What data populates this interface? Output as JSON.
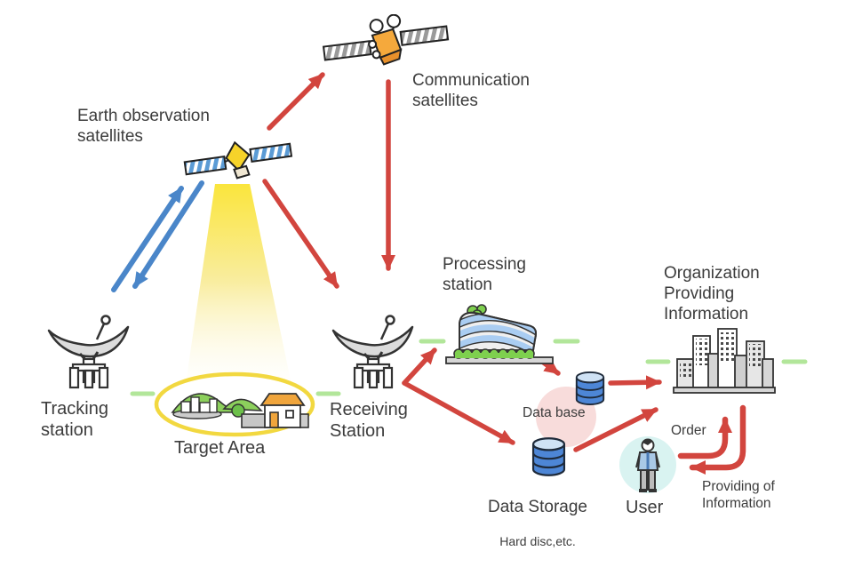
{
  "diagram": {
    "nodes": {
      "earth_observation_satellites": {
        "label": "Earth observation\nsatellites"
      },
      "communication_satellites": {
        "label": "Communication\nsatellites"
      },
      "tracking_station": {
        "label": "Tracking\nstation"
      },
      "target_area": {
        "label": "Target Area"
      },
      "receiving_station": {
        "label": "Receiving\nStation"
      },
      "processing_station": {
        "label": "Processing\nstation"
      },
      "data_base": {
        "label": "Data base"
      },
      "data_storage": {
        "label": "Data Storage",
        "sublabel": "Hard disc,etc."
      },
      "organization_providing_information": {
        "label": "Organization\nProviding\nInformation"
      },
      "user": {
        "label": "User"
      }
    },
    "flow_labels": {
      "order": "Order",
      "providing_of_information": "Providing of\nInformation"
    },
    "icons": {
      "earth_observation_satellite_icon": "satellite with blue striped solar panels and yellow body",
      "communication_satellite_icon": "satellite with gray striped solar panels and orange body",
      "tracking_station_icon": "parabolic dish antenna on mount",
      "receiving_station_icon": "parabolic dish antenna on mount",
      "target_area_icon": "green hills, town and house inside yellow ellipse",
      "processing_station_icon": "curved blue glass office building with bushes",
      "database_icon": "blue database cylinder",
      "data_storage_icon": "blue database cylinder",
      "organization_buildings_icon": "cluster of city buildings",
      "user_icon": "standing person on light blue circle",
      "light_beam_icon": "yellow observation beam cone"
    },
    "colors": {
      "red_arrow": "#d2453e",
      "blue_arrow": "#4a86c9",
      "beam_yellow": "#fbe43a",
      "green_dash": "#b2e69a",
      "pink_circle": "#f8dcdb",
      "cyan_circle": "#d9f3f1",
      "target_ring": "#f2d840",
      "text": "#3c3c3c"
    }
  }
}
